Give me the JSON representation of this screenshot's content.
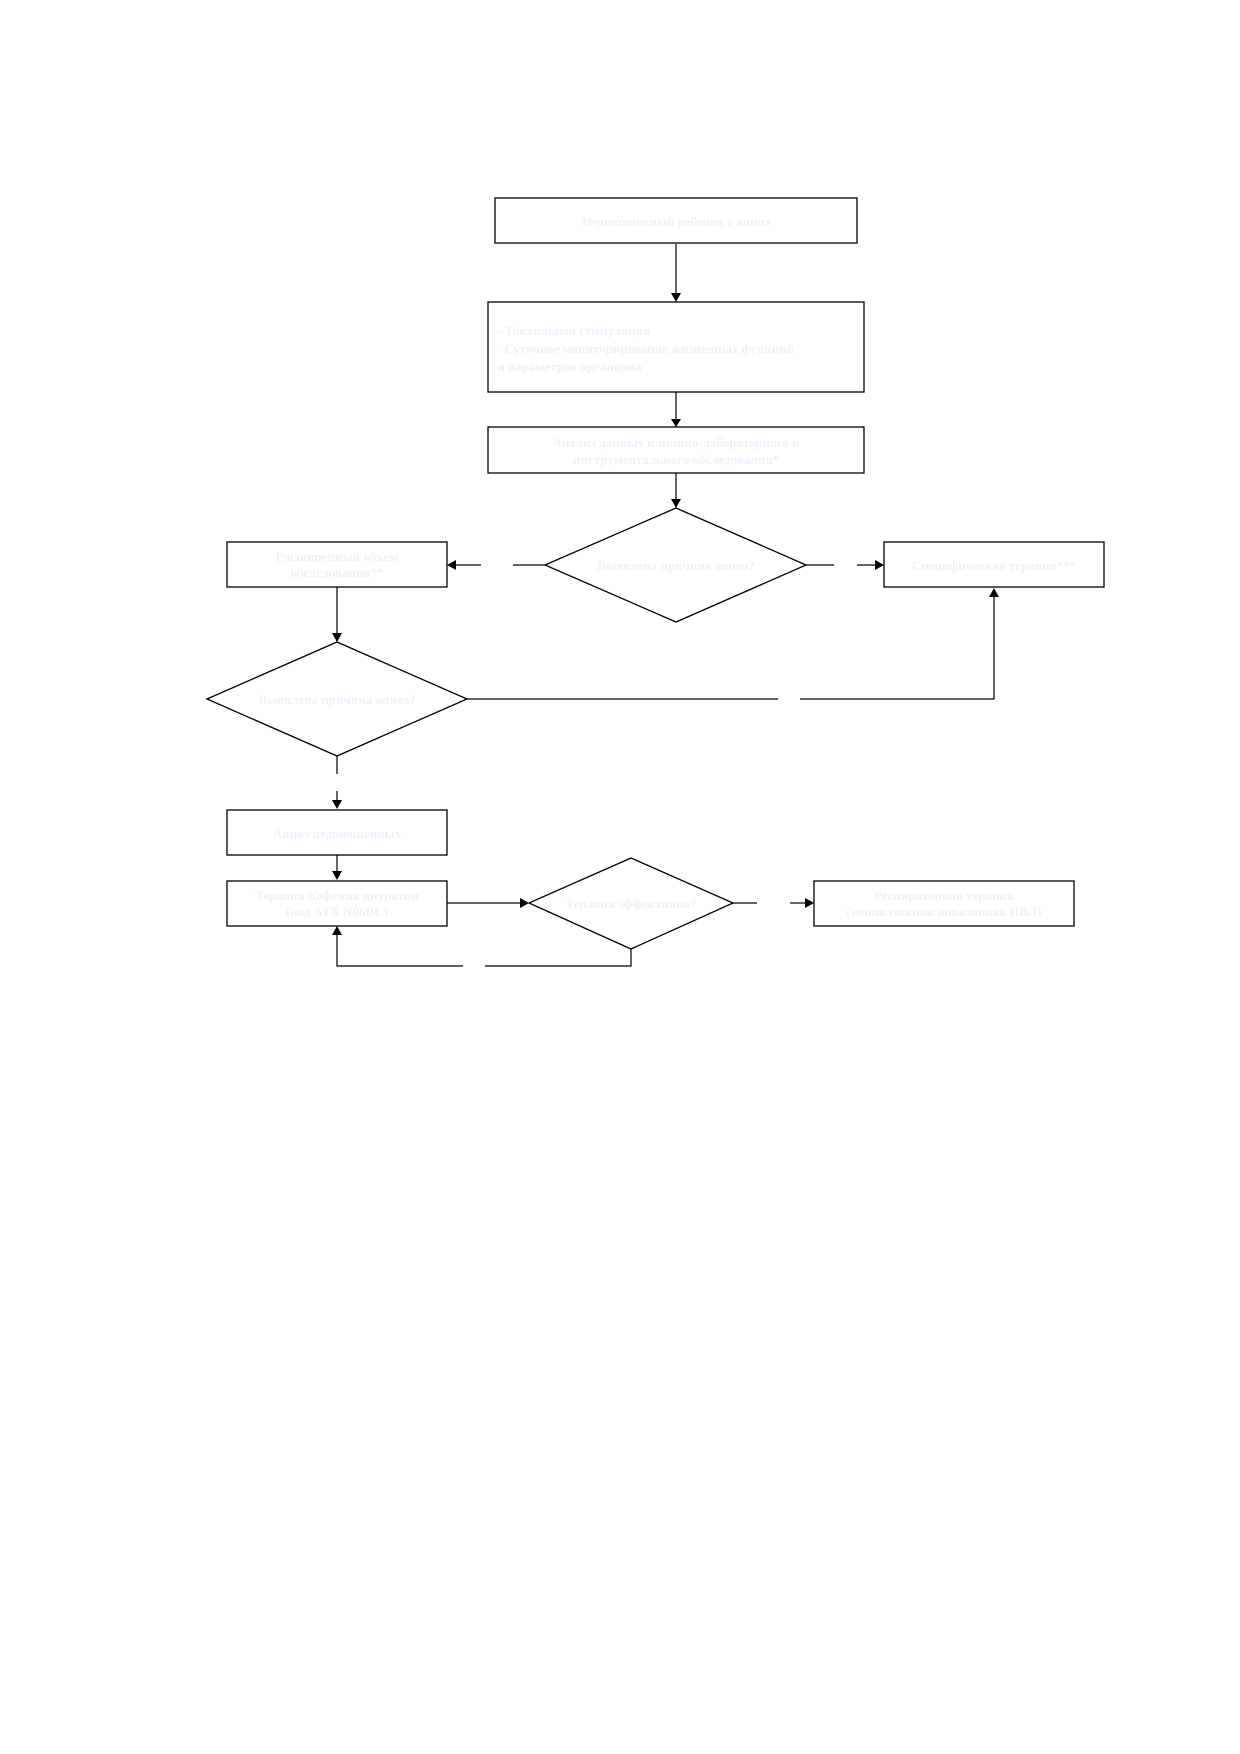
{
  "nodes": {
    "start": [
      "Недоношенный ребенок с апноэ"
    ],
    "monitoring": [
      "- Тактильная стимуляция",
      "- Суточное мониторирование жизненных функций",
      "и параметров организма"
    ],
    "analysis": [
      "Анализ данных клинико-лабораторного и",
      "инструментального обследования*"
    ],
    "decision_1": [
      "Выявлена причина апноэ?"
    ],
    "extended_exam": [
      "Расширенный объем",
      "обследования**"
    ],
    "specific_therapy": [
      "Специфическая терапия***"
    ],
    "decision_2": [
      "Выявлена причина апноэ?"
    ],
    "apnea_prematurity": [
      "Апноэ недоношенных"
    ],
    "caffeine_therapy": [
      "Терапия Кофеина цитратом",
      "(код АТХ N06BC)"
    ],
    "decision_3": [
      "Терапия эффективна?"
    ],
    "respiratory_therapy": [
      "Респираторная терапия",
      "(неинвазивная/инвазивная ИВЛ)"
    ]
  }
}
